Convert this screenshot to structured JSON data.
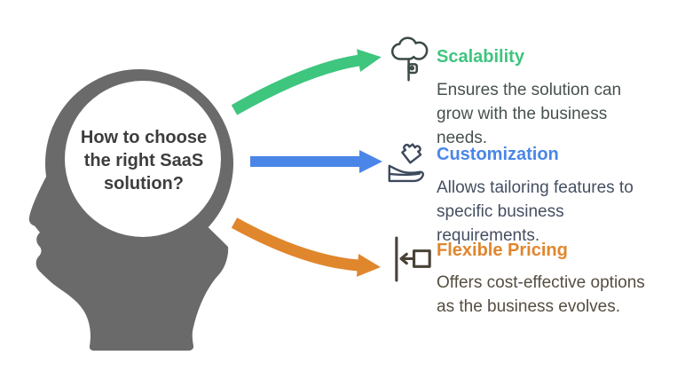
{
  "page": {
    "background_color": "#ffffff"
  },
  "head": {
    "question": "How to choose the right SaaS solution?",
    "silhouette_color": "#6a6a6a",
    "question_text_color": "#3d3d3d"
  },
  "sections": [
    {
      "label": "Scalability",
      "description": "Ensures the solution can grow with the business needs.",
      "accent_color": "#3ec57e",
      "description_color": "#47524c",
      "icon": "cloud-growth-icon",
      "arrow_style": "curved-up"
    },
    {
      "label": "Customization",
      "description": "Allows tailoring features to specific business requirements.",
      "accent_color": "#4a86e8",
      "description_color": "#454f62",
      "icon": "hand-puzzle-icon",
      "arrow_style": "straight"
    },
    {
      "label": "Flexible Pricing",
      "description": "Offers cost-effective options as the business evolves.",
      "accent_color": "#e0862d",
      "description_color": "#554d40",
      "icon": "price-box-icon",
      "arrow_style": "curved-down"
    }
  ]
}
